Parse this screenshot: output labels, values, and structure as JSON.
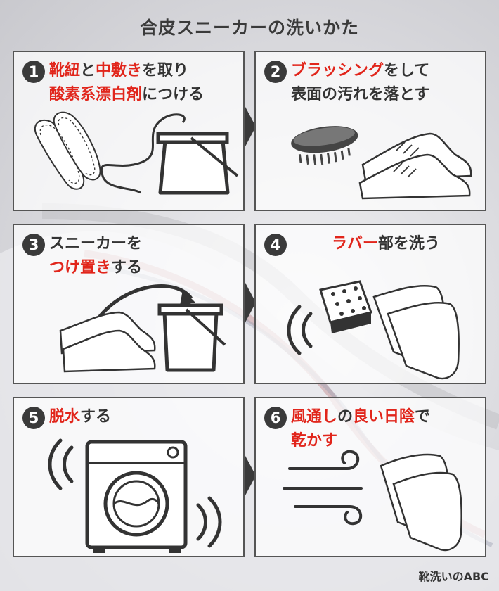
{
  "title": "合皮スニーカーの洗いかた",
  "steps": [
    {
      "num": "1",
      "lines": [
        [
          {
            "t": "靴紐",
            "red": true
          },
          {
            "t": "と",
            "red": false
          },
          {
            "t": "中敷き",
            "red": true
          },
          {
            "t": "を取り",
            "red": false
          }
        ],
        [
          {
            "t": "酸素系漂白剤",
            "red": true
          },
          {
            "t": "につける",
            "red": false
          }
        ]
      ]
    },
    {
      "num": "2",
      "lines": [
        [
          {
            "t": "ブラッシング",
            "red": true
          },
          {
            "t": "をして",
            "red": false
          }
        ],
        [
          {
            "t": "表面の汚れを落とす",
            "red": false
          }
        ]
      ]
    },
    {
      "num": "3",
      "lines": [
        [
          {
            "t": "スニーカーを",
            "red": false
          }
        ],
        [
          {
            "t": "つけ置き",
            "red": true
          },
          {
            "t": "する",
            "red": false
          }
        ]
      ]
    },
    {
      "num": "4",
      "lines": [
        [
          {
            "t": "ラバー",
            "red": true
          },
          {
            "t": "部を洗う",
            "red": false
          }
        ]
      ]
    },
    {
      "num": "5",
      "lines": [
        [
          {
            "t": "脱水",
            "red": true
          },
          {
            "t": "する",
            "red": false
          }
        ]
      ]
    },
    {
      "num": "6",
      "lines": [
        [
          {
            "t": "風通し",
            "red": true
          },
          {
            "t": "の",
            "red": false
          },
          {
            "t": "良い日陰",
            "red": true
          },
          {
            "t": "で",
            "red": false
          }
        ],
        [
          {
            "t": "乾かす",
            "red": true
          }
        ]
      ]
    }
  ],
  "credit": "靴洗いのABC",
  "colors": {
    "accent": "#e1251b",
    "dark": "#3a3a3a",
    "panel_border": "#555555"
  }
}
